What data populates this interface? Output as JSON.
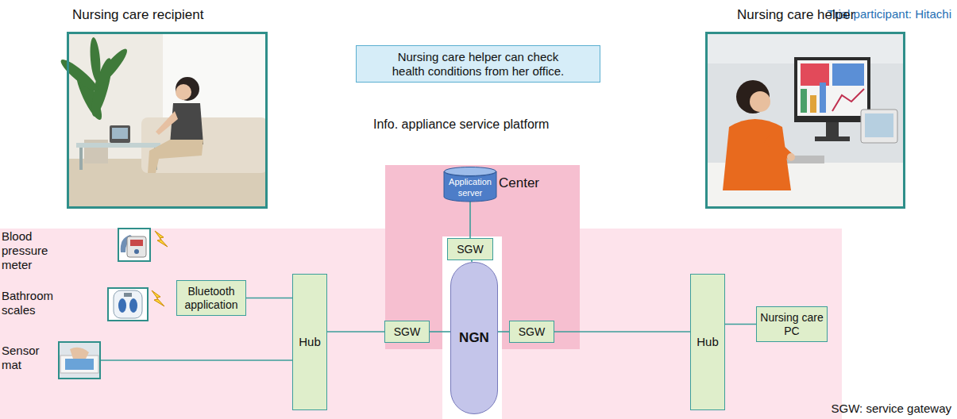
{
  "diagram": {
    "nodes": [
      {
        "text": [
          "Nursing care helper can check health conditions from her office."
        ]
      },
      {
        "text": [
          "Center"
        ]
      },
      {
        "text": [
          "Application server"
        ],
        "in": 1
      },
      {
        "text": [
          "SGW"
        ],
        "in": 1
      },
      {
        "text": [
          "Blood pressure meter"
        ]
      },
      {
        "text": [
          "Bathroom scales"
        ]
      },
      {
        "text": [
          "Sensor mat"
        ]
      },
      {
        "text": [
          "Bluetooth application"
        ]
      },
      {
        "text": [
          "Hub"
        ]
      },
      {
        "text": [
          "SGW"
        ],
        "in": 1
      },
      {
        "text": [
          "NGN"
        ]
      },
      {
        "text": [
          "SGW"
        ],
        "in": 1
      },
      {
        "text": [
          "Hub"
        ]
      },
      {
        "text": [
          "Nursing care PC"
        ]
      }
    ],
    "edges": [
      {
        "from": 2,
        "to": 3,
        "arrow": "none"
      },
      {
        "from": 3,
        "to": 10,
        "arrow": "none"
      },
      {
        "from": 6,
        "to": 8,
        "arrow": "none"
      },
      {
        "from": 7,
        "to": 8,
        "arrow": "none"
      },
      {
        "from": 8,
        "to": 9,
        "arrow": "none"
      },
      {
        "from": 9,
        "to": 10,
        "arrow": "none"
      },
      {
        "from": 10,
        "to": 11,
        "arrow": "none"
      },
      {
        "from": 11,
        "to": 12,
        "arrow": "none"
      },
      {
        "from": 12,
        "to": 13,
        "arrow": "none"
      }
    ],
    "labels": [
      "Trial participant: Hitachi",
      "Nursing care recipient",
      "Nursing care helper",
      "Info. appliance service platform",
      "SGW: service gateway"
    ]
  }
}
